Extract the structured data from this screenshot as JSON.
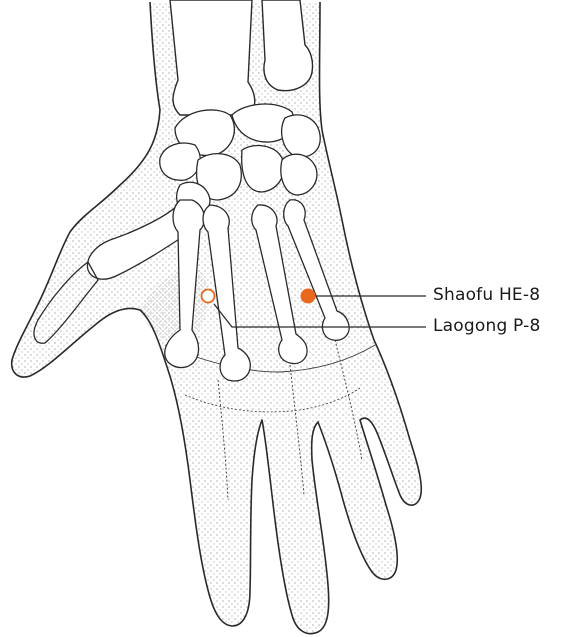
{
  "points": [
    {
      "label": "Shaofu HE-8",
      "marker": "filled",
      "color": "#e8681e"
    },
    {
      "label": "Laogong P-8",
      "marker": "hollow",
      "color": "#e8681e"
    }
  ],
  "colors": {
    "outline": "#2a2a2a",
    "stipple": "#444444",
    "background": "#ffffff"
  }
}
